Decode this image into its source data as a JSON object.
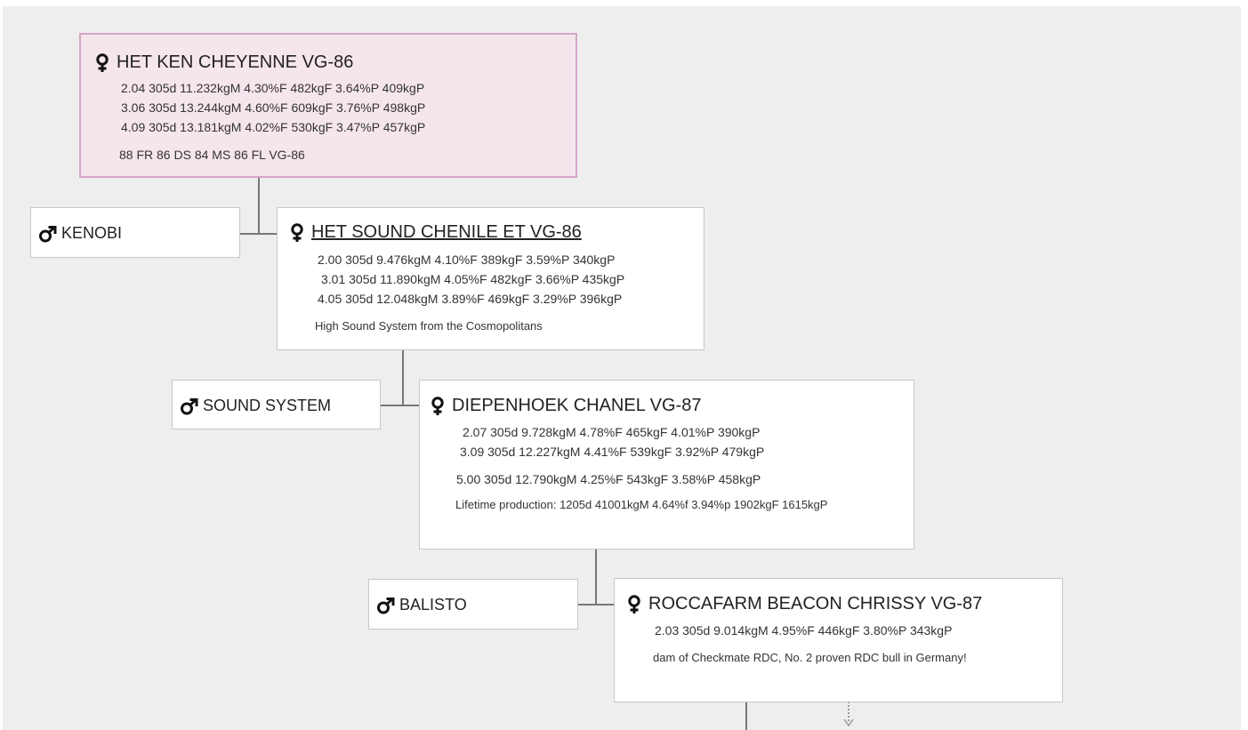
{
  "cows": [
    {
      "name": "HET KEN CHEYENNE VG-86",
      "lactations": [
        "2.04 305d  11.232kgM 4.30%F  482kgF 3.64%P 409kgP",
        "3.06 305d 13.244kgM 4.60%F 609kgF 3.76%P 498kgP",
        "4.09 305d   13.181kgM 4.02%F 530kgF  3.47%P  457kgP"
      ],
      "scores": "88 FR  86 DS  84 MS  86 FL  VG-86"
    },
    {
      "name": "HET SOUND CHENILE ET VG-86",
      "sire": "KENOBI",
      "lactations": [
        "2.00 305d   9.476kgM   4.10%F  389kgF 3.59%P 340kgP",
        "3.01 305d  11.890kgM 4.05%F 482kgF 3.66%P 435kgP",
        "4.05 305d 12.048kgM 3.89%F 469kgF 3.29%P 396kgP"
      ],
      "note": "High Sound System from the Cosmopolitans"
    },
    {
      "name": "DIEPENHOEK CHANEL VG-87",
      "sire": "SOUND SYSTEM",
      "lactations": [
        "2.07 305d   9.728kgM  4.78%F  465kgF  4.01%P  390kgP",
        "3.09 305d 12.227kgM  4.41%F  539kgF 3.92%P  479kgP",
        "5.00  305d  12.790kgM  4.25%F  543kgF  3.58%P  458kgP"
      ],
      "note": "Lifetime production: 1205d 41001kgM 4.64%f 3.94%p 1902kgF 1615kgP"
    },
    {
      "name": "ROCCAFARM BEACON CHRISSY VG-87",
      "sire": "BALISTO",
      "lactations": [
        "2.03  305d  9.014kgM  4.95%F  446kgF  3.80%P  343kgP"
      ],
      "note": "dam of Checkmate RDC, No. 2 proven RDC bull in Germany!"
    }
  ],
  "colors": {
    "background": "#eeeeee",
    "main_box_fill": "#f5e6ee",
    "main_box_border": "#d6a6c6",
    "box_border": "#c7c7c7",
    "connector": "#777777"
  },
  "icons": {
    "female": "female-symbol-icon",
    "male": "male-symbol-icon",
    "more": "expand-down-arrow-icon"
  }
}
